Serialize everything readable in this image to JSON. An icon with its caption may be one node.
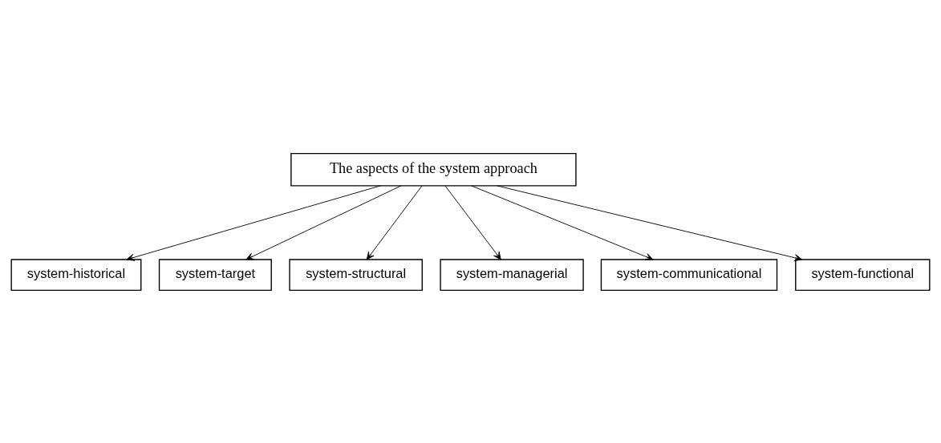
{
  "diagram": {
    "nodes": [
      {
        "text": [
          "The aspects of the system approach"
        ]
      },
      {
        "text": [
          "system-historical"
        ]
      },
      {
        "text": [
          "system-functional"
        ]
      },
      {
        "text": [
          "system-target"
        ]
      },
      {
        "text": [
          "system-communicational"
        ]
      },
      {
        "text": [
          "system-structural"
        ]
      },
      {
        "text": [
          "system-managerial"
        ]
      }
    ],
    "edges": [
      {
        "from": 0,
        "to": 1,
        "arrow": "to"
      },
      {
        "from": 0,
        "to": 3,
        "arrow": "to"
      },
      {
        "from": 0,
        "to": 5,
        "arrow": "to"
      },
      {
        "from": 0,
        "to": 6,
        "arrow": "to"
      },
      {
        "from": 0,
        "to": 4,
        "arrow": "to"
      },
      {
        "from": 0,
        "to": 2,
        "arrow": "to"
      }
    ]
  }
}
